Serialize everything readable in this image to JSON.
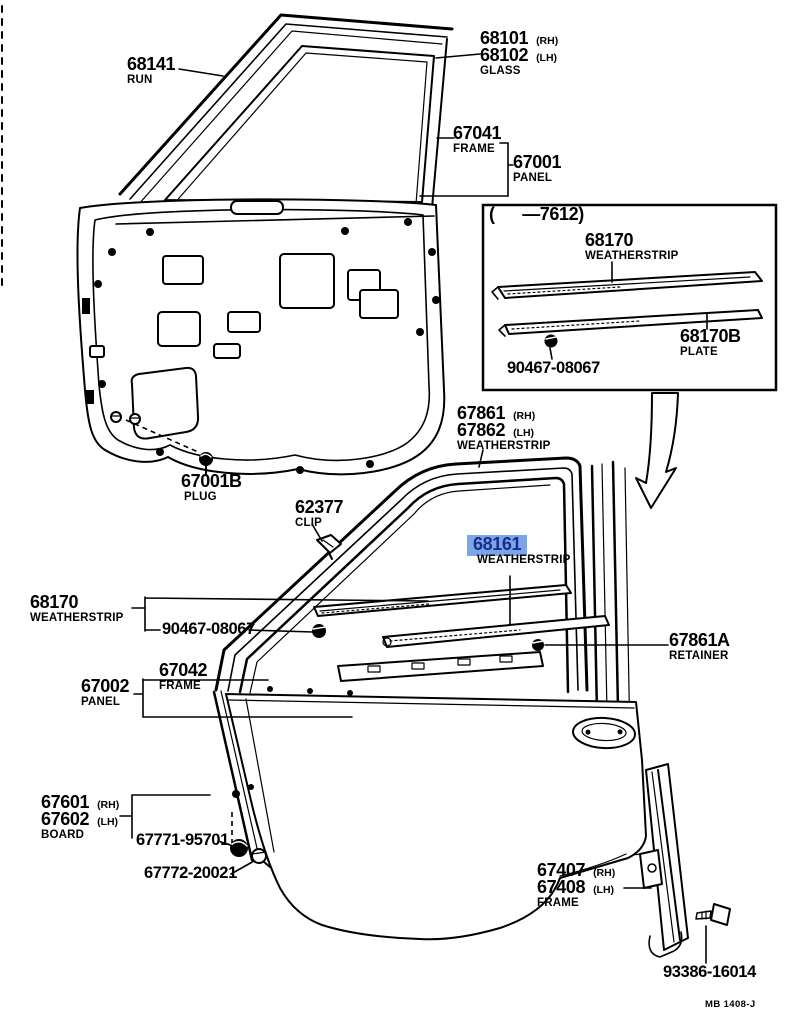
{
  "page": {
    "code": "MB 1408-J",
    "inset_applicability": "(      —7612)"
  },
  "colors": {
    "highlight_bg": "#7aa6e8",
    "highlight_text": "#1d2b8f",
    "ink": "#000000",
    "paper": "#ffffff"
  },
  "parts": {
    "run68141": {
      "num": "68141",
      "name": "RUN"
    },
    "glass": {
      "num_rh": "68101",
      "side_rh": "(RH)",
      "num_lh": "68102",
      "side_lh": "(LH)",
      "name": "GLASS"
    },
    "frame67041": {
      "num": "67041",
      "name": "FRAME"
    },
    "panel67001": {
      "num": "67001",
      "name": "PANEL"
    },
    "inset_ws68170": {
      "num": "68170",
      "name": "WEATHERSTRIP"
    },
    "inset_plate68170b": {
      "num": "68170B",
      "name": "PLATE"
    },
    "inset_clip90467": {
      "num": "90467-08067"
    },
    "ws67861": {
      "num_rh": "67861",
      "side_rh": "(RH)",
      "num_lh": "67862",
      "side_lh": "(LH)",
      "name": "WEATHERSTRIP"
    },
    "plug67001b": {
      "num": "67001B",
      "name": "PLUG"
    },
    "clip62377": {
      "num": "62377",
      "name": "CLIP"
    },
    "ws68161": {
      "num": "68161",
      "name": "WEATHERSTRIP"
    },
    "ws68170left": {
      "num": "68170",
      "name": "WEATHERSTRIP"
    },
    "clip90467left": {
      "num": "90467-08067"
    },
    "retainer67861a": {
      "num": "67861A",
      "name": "RETAINER"
    },
    "frame67042": {
      "num": "67042",
      "name": "FRAME"
    },
    "panel67002": {
      "num": "67002",
      "name": "PANEL"
    },
    "board": {
      "num_rh": "67601",
      "side_rh": "(RH)",
      "num_lh": "67602",
      "side_lh": "(LH)",
      "name": "BOARD"
    },
    "grommet67771": {
      "num": "67771-95701"
    },
    "screw67772": {
      "num": "67772-20021"
    },
    "frame67407": {
      "num_rh": "67407",
      "side_rh": "(RH)",
      "num_lh": "67408",
      "side_lh": "(LH)",
      "name": "FRAME"
    },
    "screw93386": {
      "num": "93386-16014"
    }
  }
}
